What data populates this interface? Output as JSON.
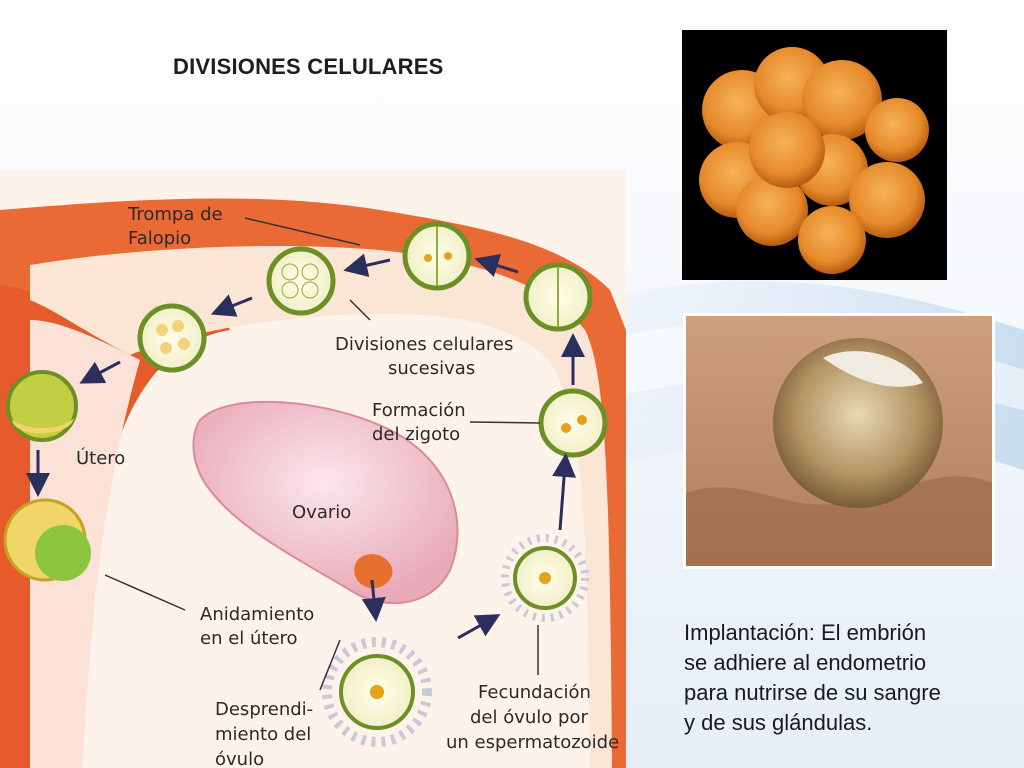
{
  "slide": {
    "title": "DIVISIONES CELULARES"
  },
  "diagram": {
    "labels": {
      "trompa_1": "Trompa de",
      "trompa_2": "Falopio",
      "divisiones_1": "Divisiones celulares",
      "divisiones_2": "sucesivas",
      "formacion_1": "Formación",
      "formacion_2": "del zigoto",
      "utero": "Útero",
      "ovario": "Ovario",
      "anidamiento_1": "Anidamiento",
      "anidamiento_2": "en el útero",
      "desprendimiento_1": "Desprendi-",
      "desprendimiento_2": "miento del",
      "desprendimiento_3": "óvulo",
      "fecundacion_1": "Fecundación",
      "fecundacion_2": "del óvulo por",
      "fecundacion_3": "un espermatozoide"
    }
  },
  "caption": {
    "line1": "Implantación: El embrión",
    "line2": "se adhiere al endometrio",
    "line3": "para nutrirse de su sangre",
    "line4": "y de sus glándulas."
  }
}
